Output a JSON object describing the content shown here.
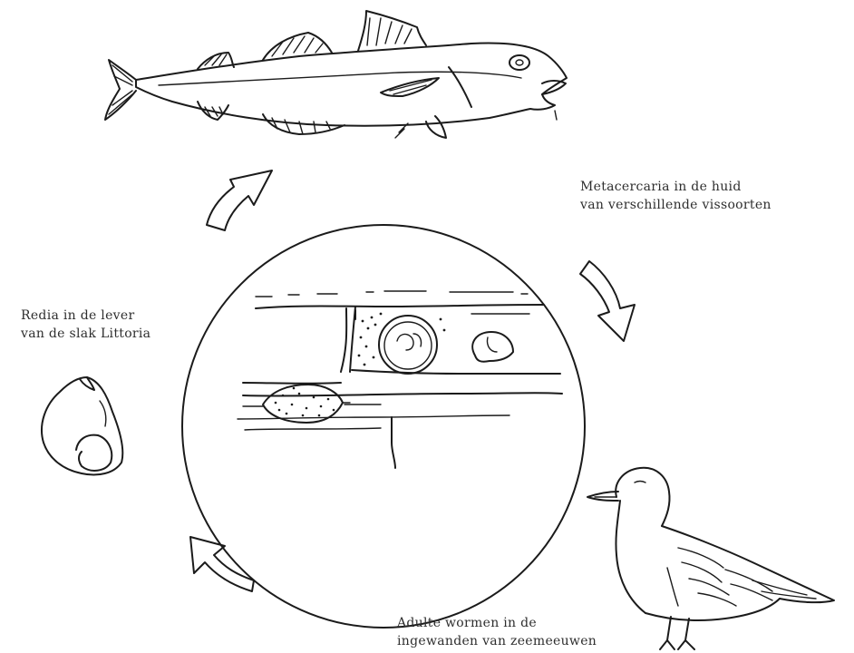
{
  "labels": {
    "metacercaria": {
      "line1": "Metacercaria in de huid",
      "line2": "van verschillende vissoorten"
    },
    "redia": {
      "line1": "Redia in de lever",
      "line2": "van de slak Littoria"
    },
    "adult": {
      "line1": "Adulte wormen in de",
      "line2": "ingewanden van zeemeeuwen"
    }
  }
}
